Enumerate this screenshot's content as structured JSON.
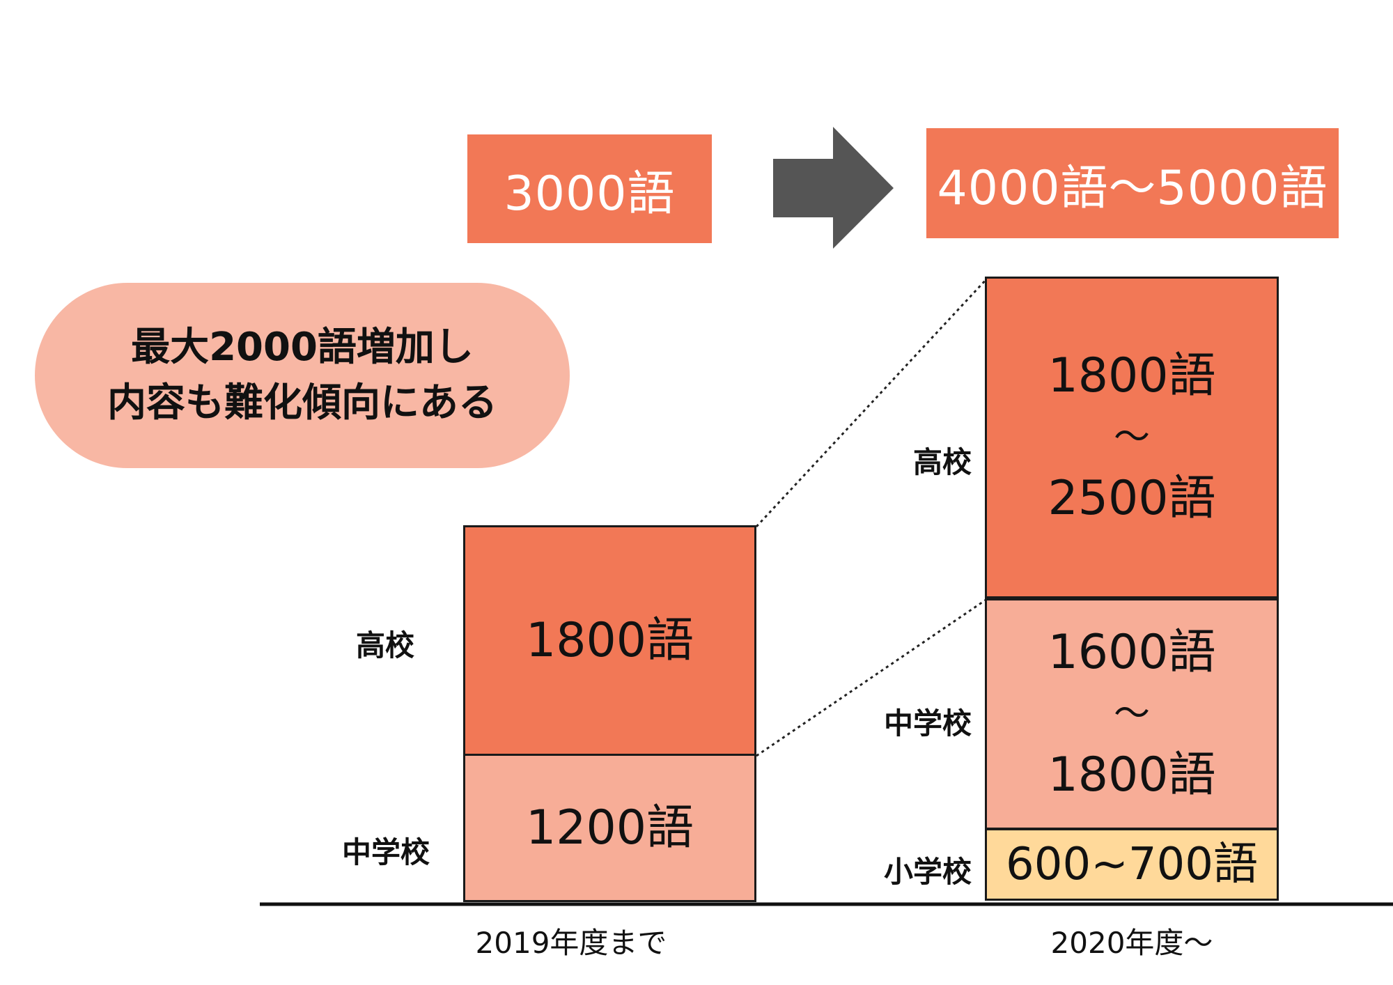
{
  "totals": {
    "before": "3000語",
    "after": "4000語～5000語"
  },
  "summary": {
    "line1": "最大2000語増加し",
    "line2": "内容も難化傾向にある"
  },
  "before_column": {
    "year_label": "2019年度まで",
    "segments": {
      "high": {
        "label": "高校",
        "value": "1800語"
      },
      "middle": {
        "label": "中学校",
        "value": "1200語"
      }
    }
  },
  "after_column": {
    "year_label": "2020年度～",
    "segments": {
      "high": {
        "label": "高校",
        "value_from": "1800語",
        "tilde": "～",
        "value_to": "2500語"
      },
      "middle": {
        "label": "中学校",
        "value_from": "1600語",
        "tilde": "～",
        "value_to": "1800語"
      },
      "elementary": {
        "label": "小学校",
        "value": "600~700語"
      }
    }
  },
  "colors": {
    "accent": "#f27856",
    "light": "#f7ad97",
    "pale": "#ffd99a",
    "arrow": "#555555"
  }
}
